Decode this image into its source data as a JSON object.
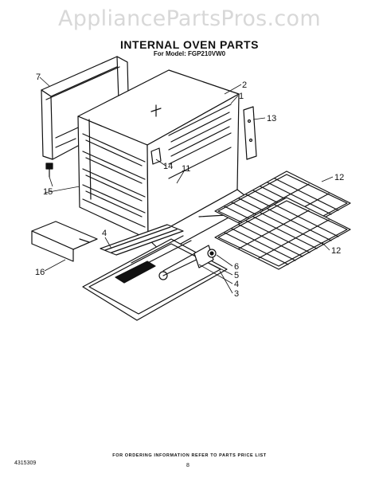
{
  "watermark": "AppliancePartsPros.com",
  "title": "INTERNAL OVEN PARTS",
  "model_line": "For Model: FGP210VW0",
  "callouts": {
    "c7": "7",
    "c2": "2",
    "c1": "1",
    "c13": "13",
    "c15": "15",
    "c14": "14",
    "c11": "11",
    "c12a": "12",
    "c12b": "12",
    "c16": "16",
    "c4a": "4",
    "c6": "6",
    "c5": "5",
    "c4b": "4",
    "c3": "3"
  },
  "footer_text": "FOR ORDERING INFORMATION REFER TO PARTS PRICE LIST",
  "doc_number": "4315309",
  "page_number": "8"
}
